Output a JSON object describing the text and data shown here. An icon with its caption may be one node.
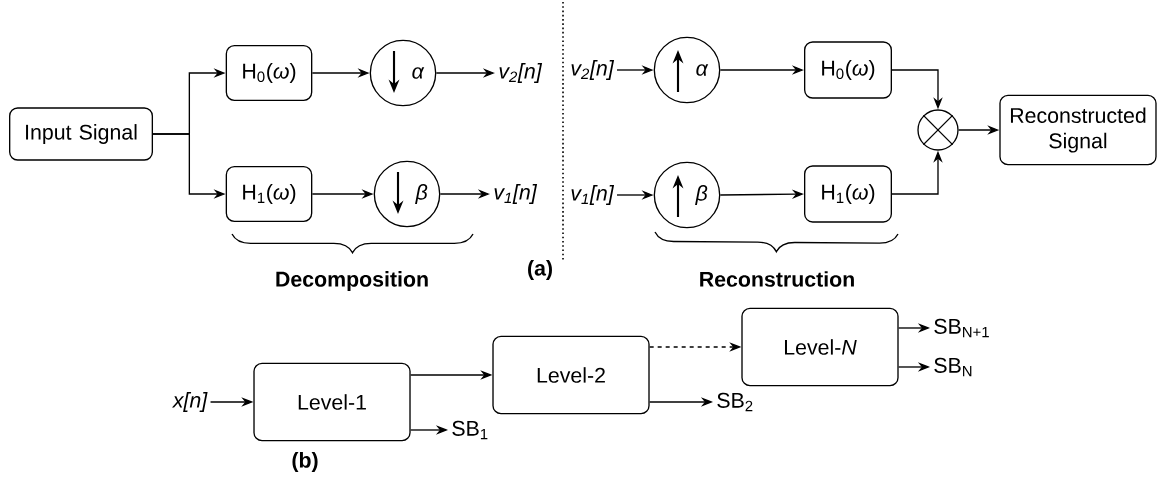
{
  "diagram": {
    "nodes": [
      {
        "text": [
          "Input Signal"
        ]
      },
      {
        "text": [
          "H$_{0}$(*ω*)"
        ]
      },
      {
        "text": [
          "α"
        ]
      },
      {
        "text": [
          "v$_{2}$[n]"
        ]
      },
      {
        "text": [
          "H$_{1}$(*ω*)"
        ]
      },
      {
        "text": [
          "β"
        ]
      },
      {
        "text": [
          "v$_{1}$[n]"
        ]
      },
      {
        "text": [
          "v$_{2}$[n]"
        ]
      },
      {
        "text": [
          "α"
        ]
      },
      {
        "text": [
          "H$_{0}$(*ω*)"
        ]
      },
      {
        "text": [
          "v$_{1}$[n]"
        ]
      },
      {
        "text": [
          "β"
        ]
      },
      {
        "text": [
          "H$_{1}$(*ω*)"
        ]
      },
      {
        "text": [],
        "shape": "circle"
      },
      {
        "text": [
          "Reconstructed Signal"
        ]
      },
      {
        "text": [
          "x[n]"
        ]
      },
      {
        "text": [
          "Level-1"
        ]
      },
      {
        "text": [
          "Level-2"
        ]
      },
      {
        "text": [
          "Level-*N*"
        ]
      },
      {
        "text": [
          "SB$_{1}$"
        ]
      },
      {
        "text": [
          "SB$_{2}$"
        ]
      },
      {
        "text": [
          "SB$_{N+1}$"
        ]
      },
      {
        "text": [
          "SB$_{N}$"
        ]
      }
    ],
    "edges": [
      {
        "from": 0,
        "to": 1,
        "arrow": "to"
      },
      {
        "from": 0,
        "to": 4,
        "arrow": "to"
      },
      {
        "from": 1,
        "to": 2,
        "arrow": "to"
      },
      {
        "from": 2,
        "to": 3,
        "arrow": "to"
      },
      {
        "from": 4,
        "to": 5,
        "arrow": "to"
      },
      {
        "from": 5,
        "to": 6,
        "arrow": "to"
      },
      {
        "from": 7,
        "to": 8,
        "arrow": "to"
      },
      {
        "from": 8,
        "to": 9,
        "arrow": "to"
      },
      {
        "from": 10,
        "to": 11,
        "arrow": "to"
      },
      {
        "from": 11,
        "to": 12,
        "arrow": "to"
      },
      {
        "from": 9,
        "to": 13,
        "arrow": "to"
      },
      {
        "from": 12,
        "to": 13,
        "arrow": "to"
      },
      {
        "from": 13,
        "to": 14,
        "arrow": "to"
      },
      {
        "from": 15,
        "to": 16,
        "arrow": "to"
      },
      {
        "from": 16,
        "to": 17,
        "arrow": "to"
      },
      {
        "from": 17,
        "to": 18,
        "arrow": "to",
        "style": "dashed"
      },
      {
        "from": 16,
        "to": 19,
        "arrow": "to"
      },
      {
        "from": 17,
        "to": 20,
        "arrow": "to"
      },
      {
        "from": 18,
        "to": 21,
        "arrow": "to"
      },
      {
        "from": 18,
        "to": 22,
        "arrow": "to"
      }
    ],
    "labels": [
      "Decomposition",
      "(a)",
      "Reconstruction",
      "(b)"
    ]
  }
}
